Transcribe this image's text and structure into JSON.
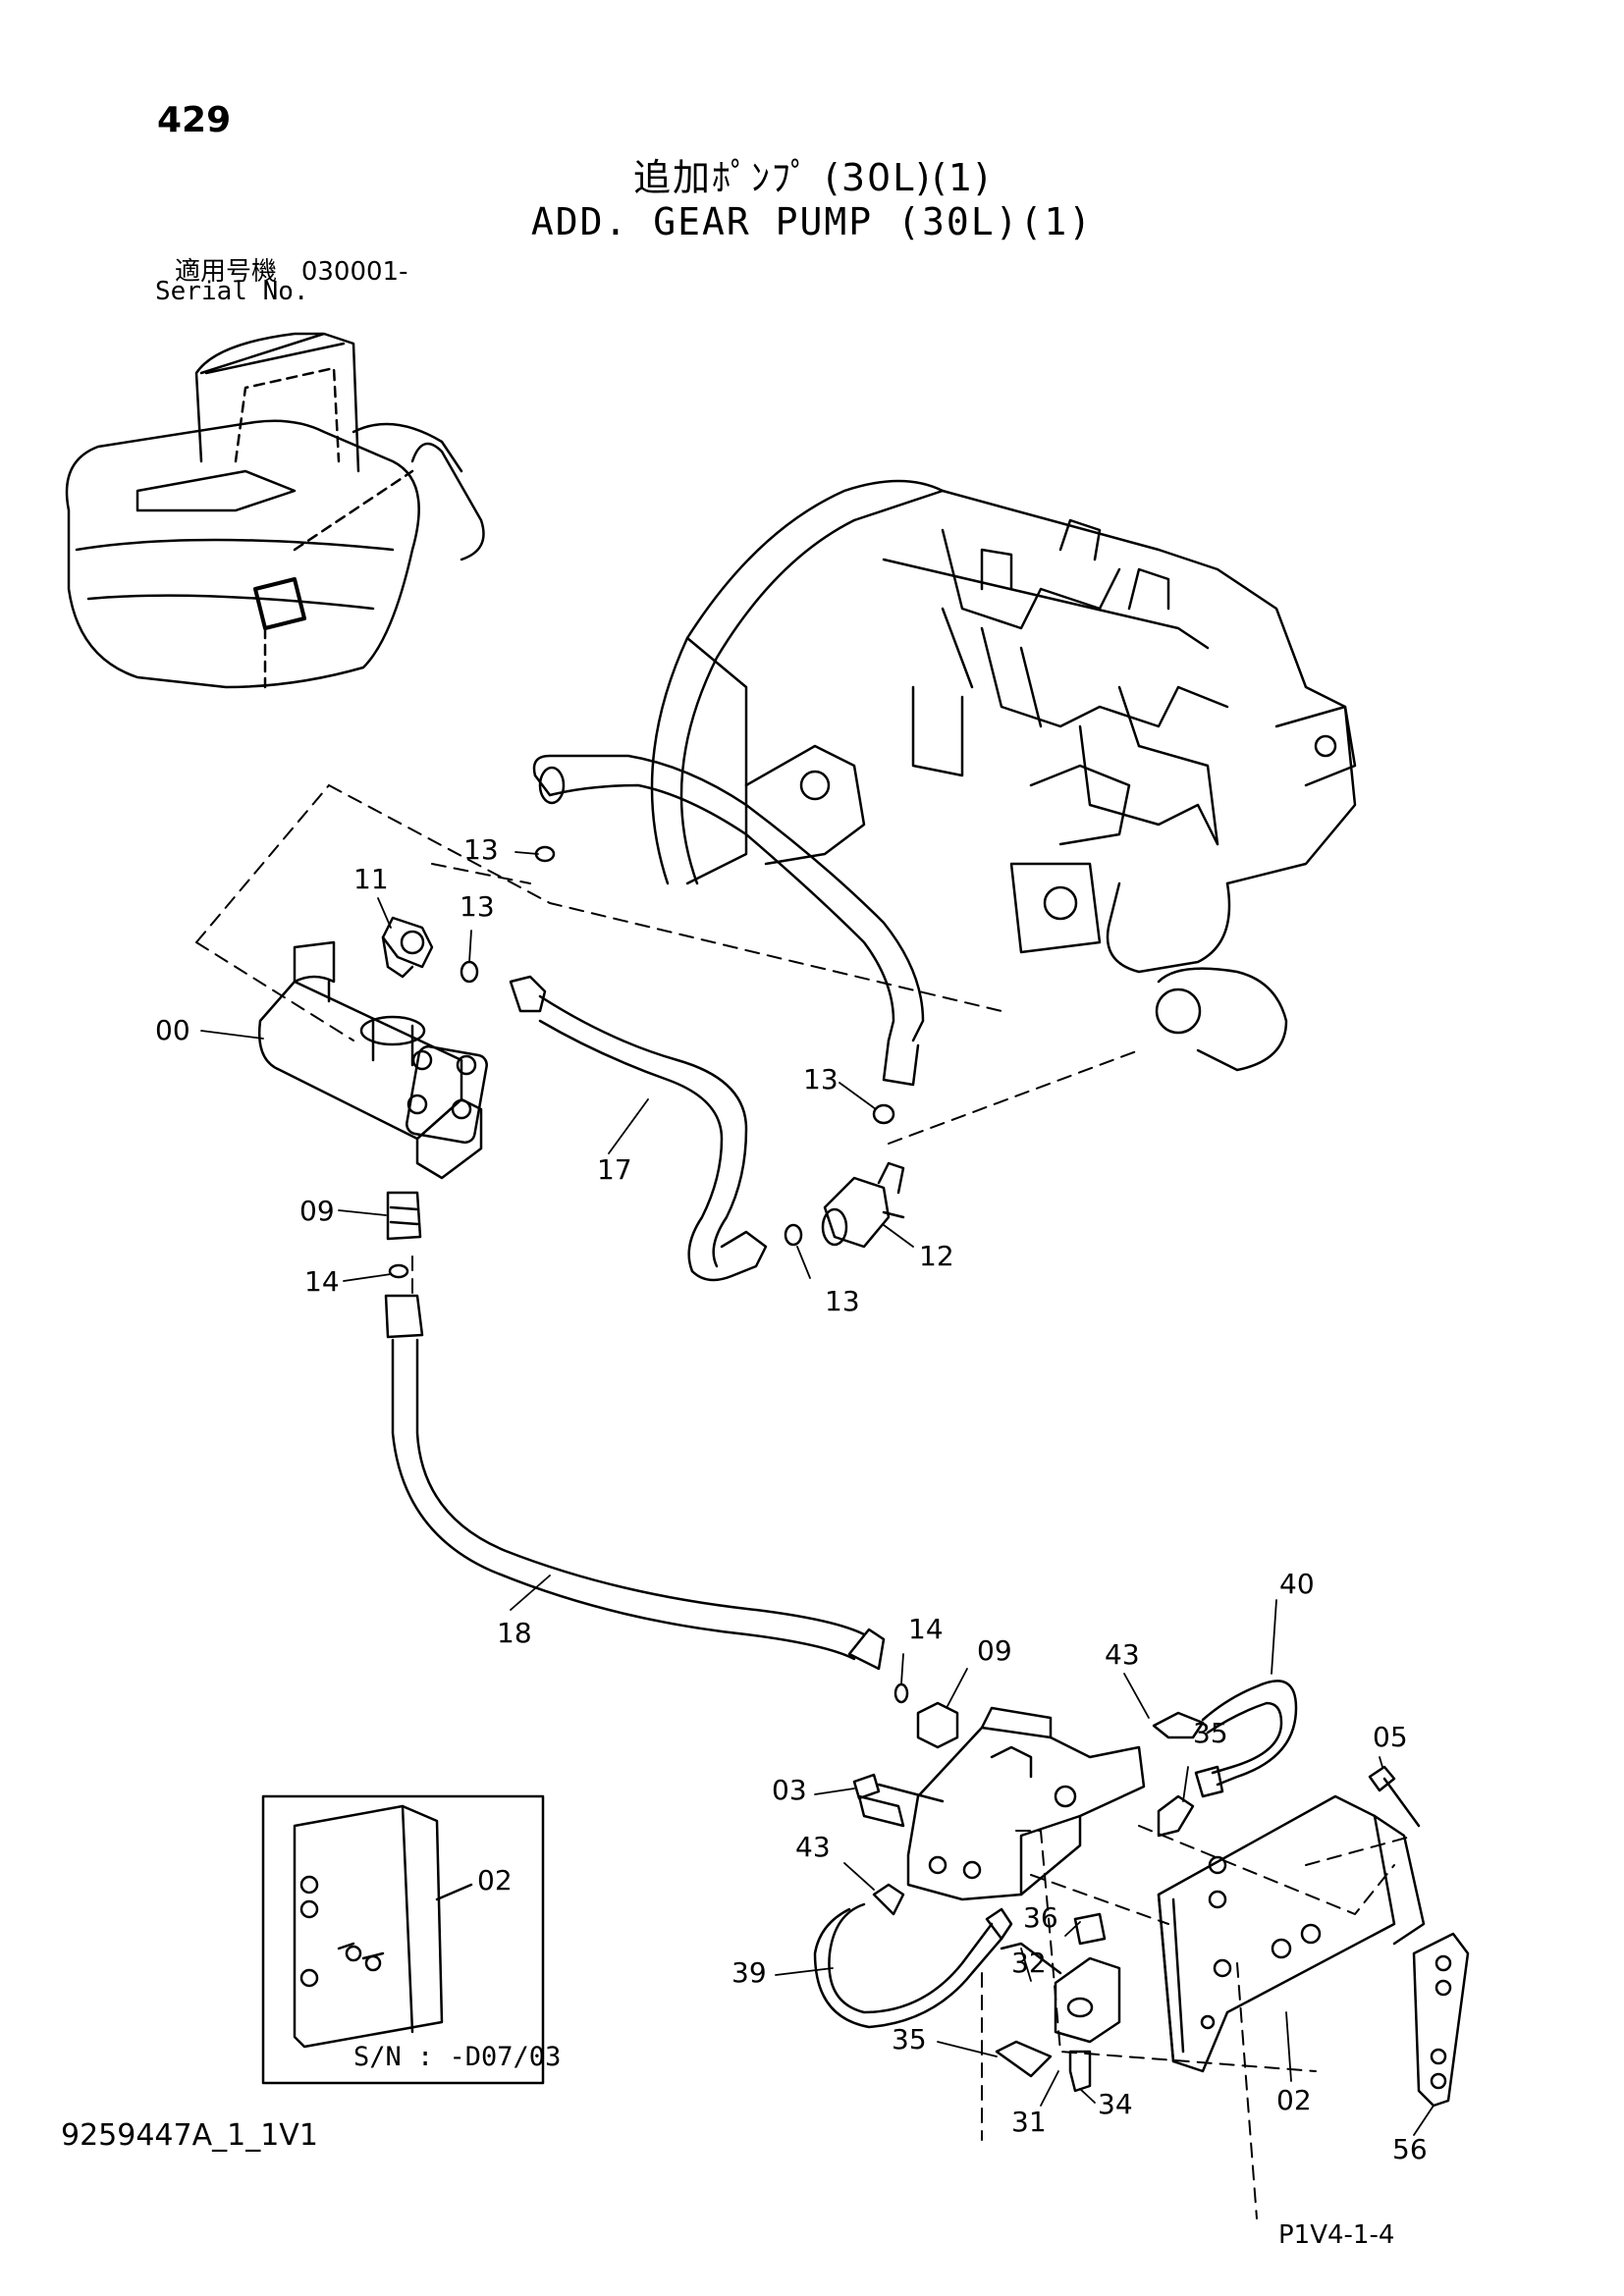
{
  "header": {
    "page_number": "429",
    "title_jp": "追加ﾎﾟﾝﾌﾟ (30L)(1)",
    "title_en": "ADD. GEAR PUMP (30L)(1)",
    "serial_label_jp": "適用号機",
    "serial_value": "030001-",
    "serial_label_en": "Serial No."
  },
  "callouts": {
    "c00": "00",
    "c11": "11",
    "c13a": "13",
    "c13b": "13",
    "c13c": "13",
    "c13d": "13",
    "c17": "17",
    "c09a": "09",
    "c14a": "14",
    "c12": "12",
    "c18": "18",
    "c14b": "14",
    "c09b": "09",
    "c43a": "43",
    "c40": "40",
    "c35a": "35",
    "c05": "05",
    "c03": "03",
    "c43b": "43",
    "c39": "39",
    "c36": "36",
    "c32": "32",
    "c35b": "35",
    "c31": "31",
    "c34": "34",
    "c02a": "02",
    "c02b": "02",
    "c56": "56"
  },
  "inset": {
    "caption": "S/N : -D07/03"
  },
  "footer": {
    "document_id": "9259447A_1_1V1",
    "page_code": "P1V4-1-4"
  }
}
